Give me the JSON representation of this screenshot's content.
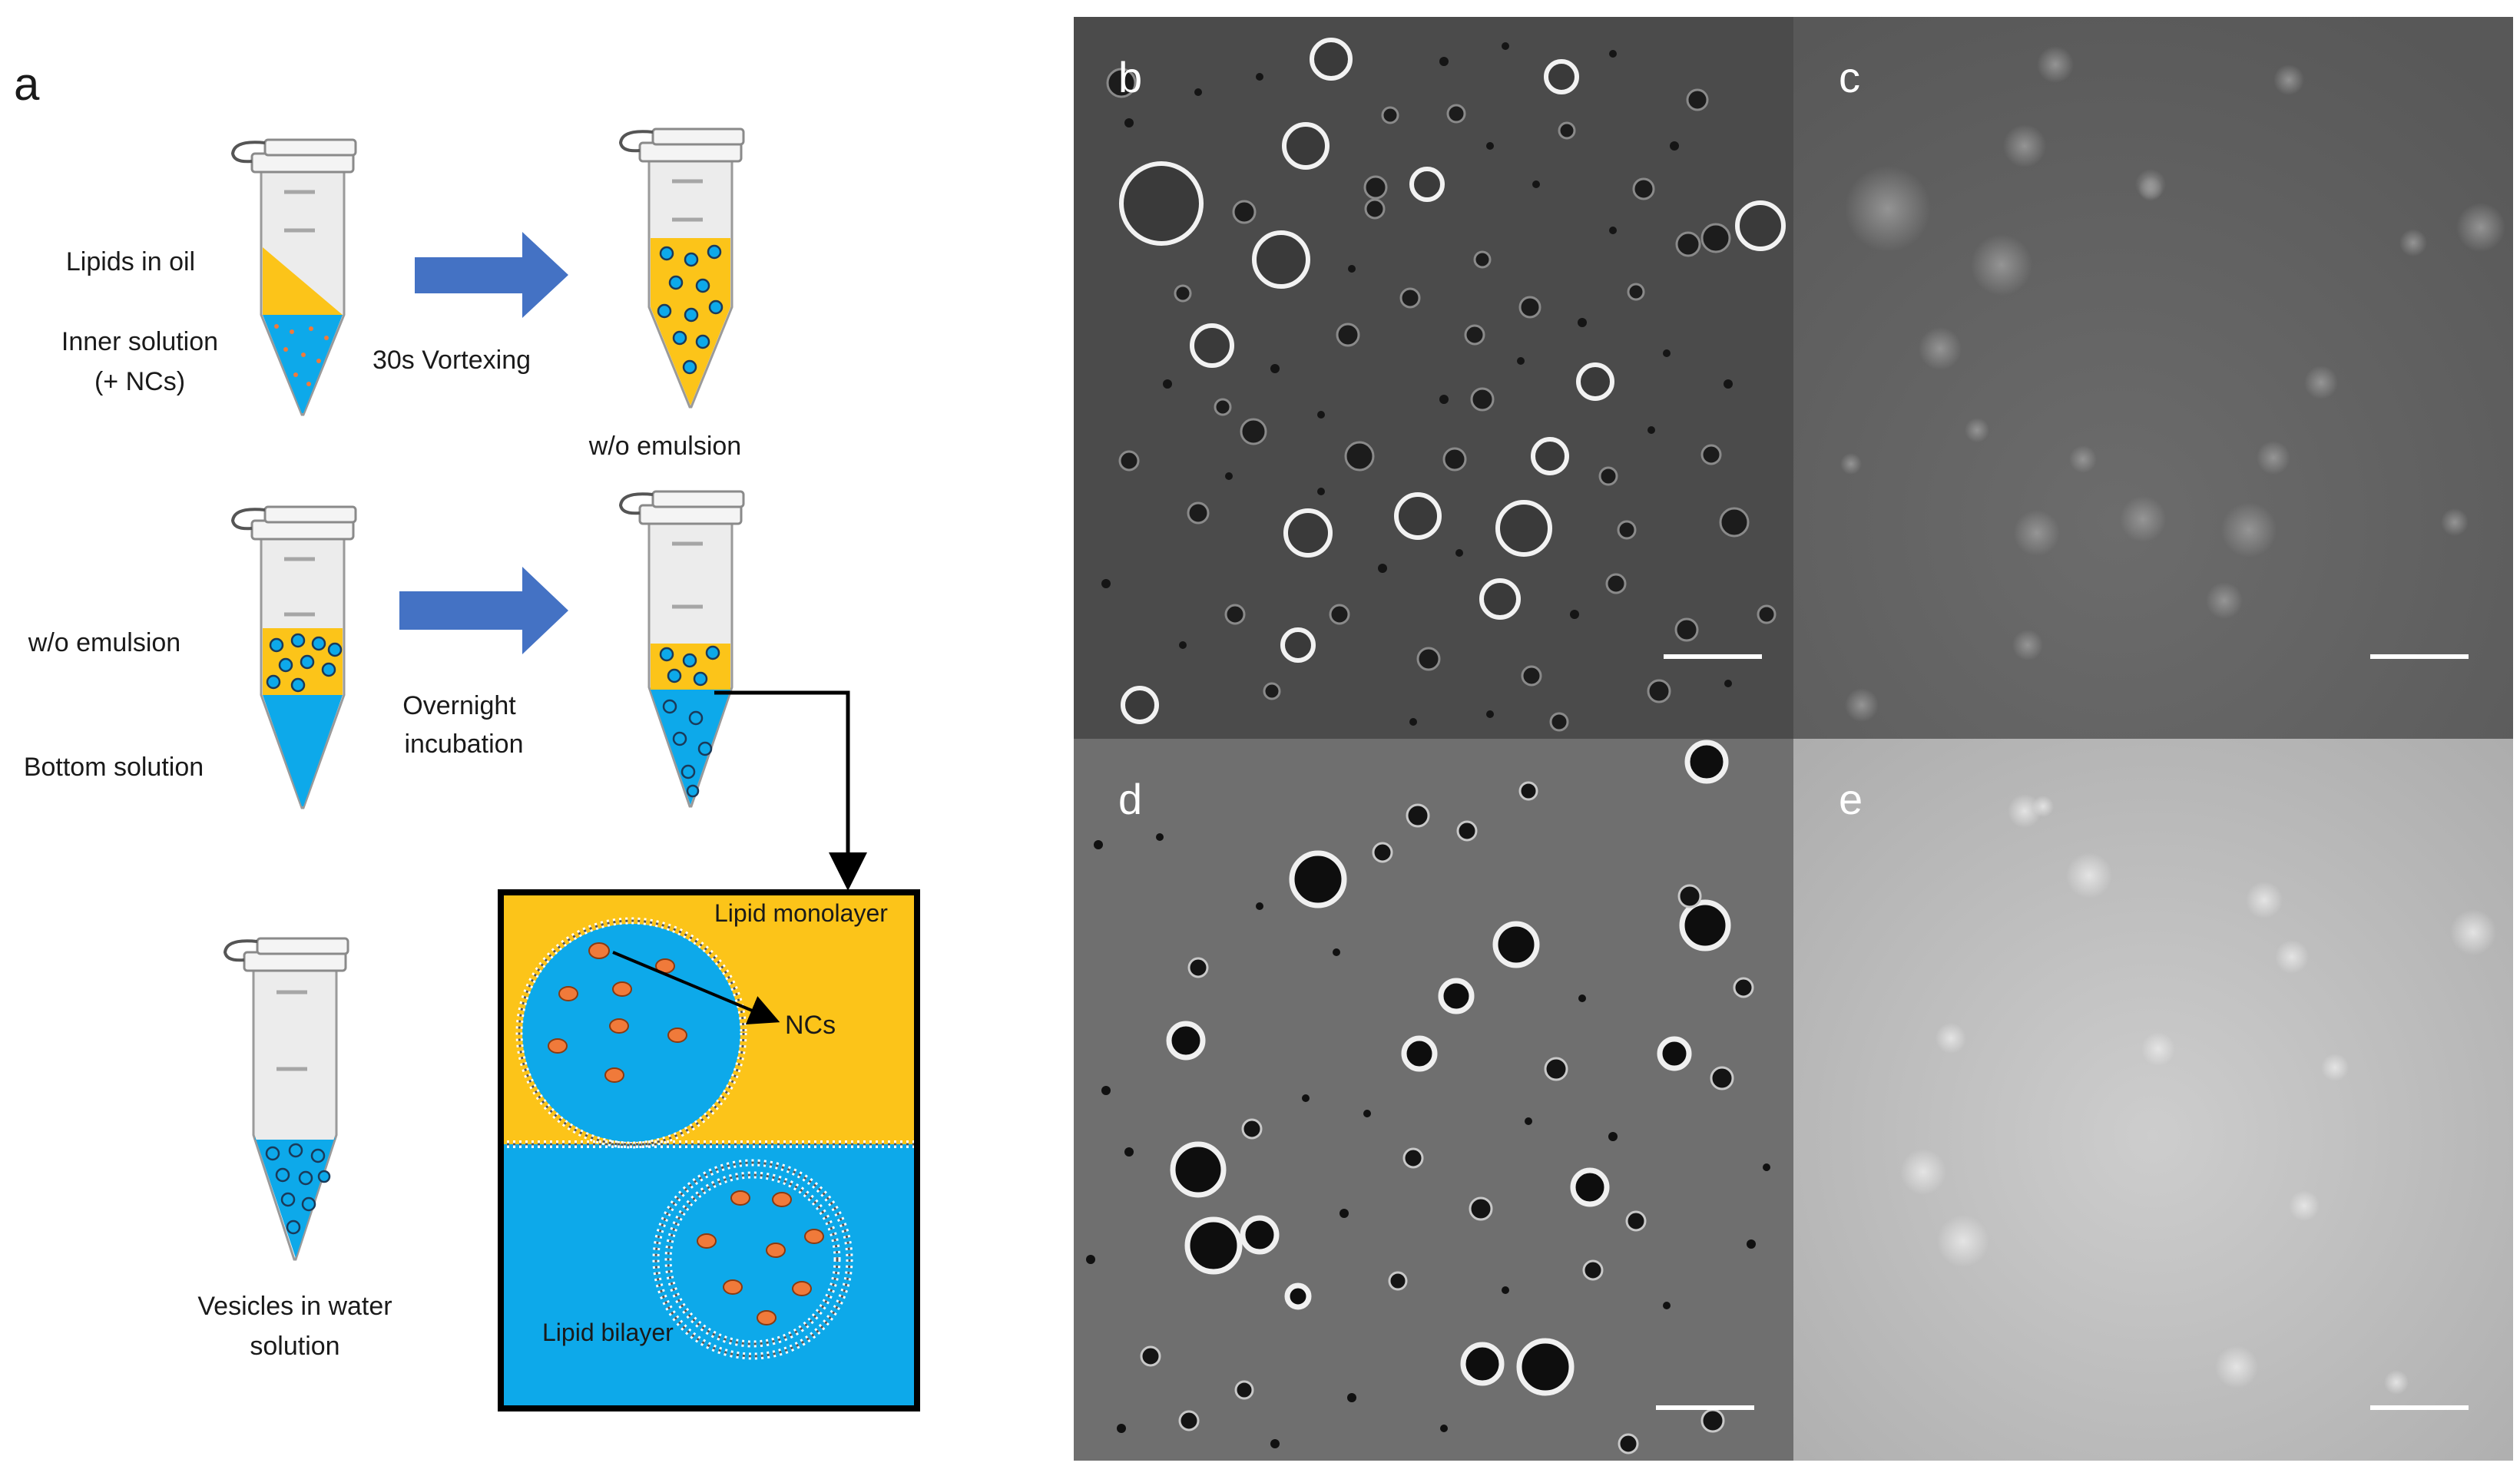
{
  "panel_letters": {
    "a": "a",
    "b": "b",
    "c": "c",
    "d": "d",
    "e": "e"
  },
  "labels": {
    "lipids_in_oil": "Lipids in oil",
    "inner_solution": "Inner solution",
    "plus_ncs": "(+ NCs)",
    "vortexing": "30s Vortexing",
    "wo_emulsion_top": "w/o emulsion",
    "wo_emulsion_left": "w/o emulsion",
    "bottom_solution": "Bottom solution",
    "overnight": "Overnight",
    "incubation": "incubation",
    "vesicles_in_water": "Vesicles in water",
    "solution": "solution",
    "lipid_monolayer": "Lipid monolayer",
    "ncs": "NCs",
    "lipid_bilayer": "Lipid bilayer"
  },
  "colors": {
    "oil": "#fcc419",
    "water": "#0da9ea",
    "nanocrystal": "#f07a3a",
    "arrow": "#4472c4",
    "micrograph_dark": "#4a4a4a",
    "micrograph_mid": "#6e6e6e",
    "fluorescence_dim": "#7a7a7a",
    "fluorescence_bright": "#c4c4c4"
  }
}
